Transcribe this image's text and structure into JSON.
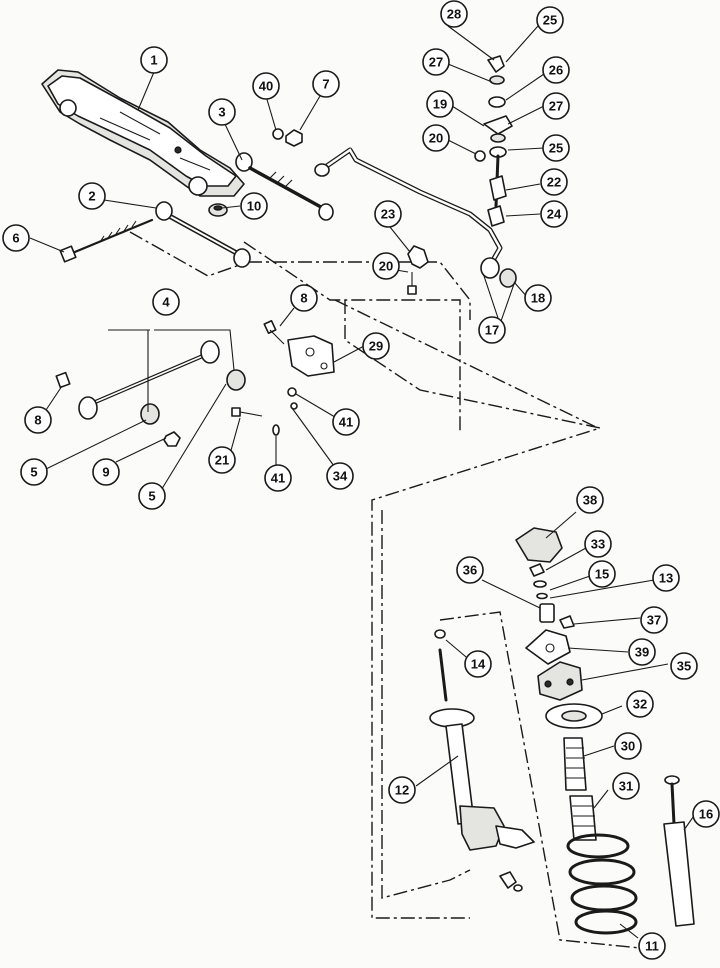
{
  "callouts": [
    {
      "id": "c1",
      "label": "1"
    },
    {
      "id": "c2",
      "label": "2"
    },
    {
      "id": "c3",
      "label": "3"
    },
    {
      "id": "c4",
      "label": "4"
    },
    {
      "id": "c5a",
      "label": "5"
    },
    {
      "id": "c5b",
      "label": "5"
    },
    {
      "id": "c6",
      "label": "6"
    },
    {
      "id": "c7",
      "label": "7"
    },
    {
      "id": "c8a",
      "label": "8"
    },
    {
      "id": "c8b",
      "label": "8"
    },
    {
      "id": "c9",
      "label": "9"
    },
    {
      "id": "c10",
      "label": "10"
    },
    {
      "id": "c11",
      "label": "11"
    },
    {
      "id": "c12",
      "label": "12"
    },
    {
      "id": "c13",
      "label": "13"
    },
    {
      "id": "c14",
      "label": "14"
    },
    {
      "id": "c15",
      "label": "15"
    },
    {
      "id": "c16",
      "label": "16"
    },
    {
      "id": "c17",
      "label": "17"
    },
    {
      "id": "c18",
      "label": "18"
    },
    {
      "id": "c19",
      "label": "19"
    },
    {
      "id": "c20a",
      "label": "20"
    },
    {
      "id": "c20b",
      "label": "20"
    },
    {
      "id": "c21",
      "label": "21"
    },
    {
      "id": "c22",
      "label": "22"
    },
    {
      "id": "c23",
      "label": "23"
    },
    {
      "id": "c24",
      "label": "24"
    },
    {
      "id": "c25a",
      "label": "25"
    },
    {
      "id": "c25b",
      "label": "25"
    },
    {
      "id": "c26",
      "label": "26"
    },
    {
      "id": "c27a",
      "label": "27"
    },
    {
      "id": "c27b",
      "label": "27"
    },
    {
      "id": "c28",
      "label": "28"
    },
    {
      "id": "c29",
      "label": "29"
    },
    {
      "id": "c30",
      "label": "30"
    },
    {
      "id": "c31",
      "label": "31"
    },
    {
      "id": "c32",
      "label": "32"
    },
    {
      "id": "c33",
      "label": "33"
    },
    {
      "id": "c34",
      "label": "34"
    },
    {
      "id": "c35",
      "label": "35"
    },
    {
      "id": "c36",
      "label": "36"
    },
    {
      "id": "c37",
      "label": "37"
    },
    {
      "id": "c38",
      "label": "38"
    },
    {
      "id": "c39",
      "label": "39"
    },
    {
      "id": "c40",
      "label": "40"
    },
    {
      "id": "c41a",
      "label": "41"
    },
    {
      "id": "c41b",
      "label": "41"
    }
  ]
}
